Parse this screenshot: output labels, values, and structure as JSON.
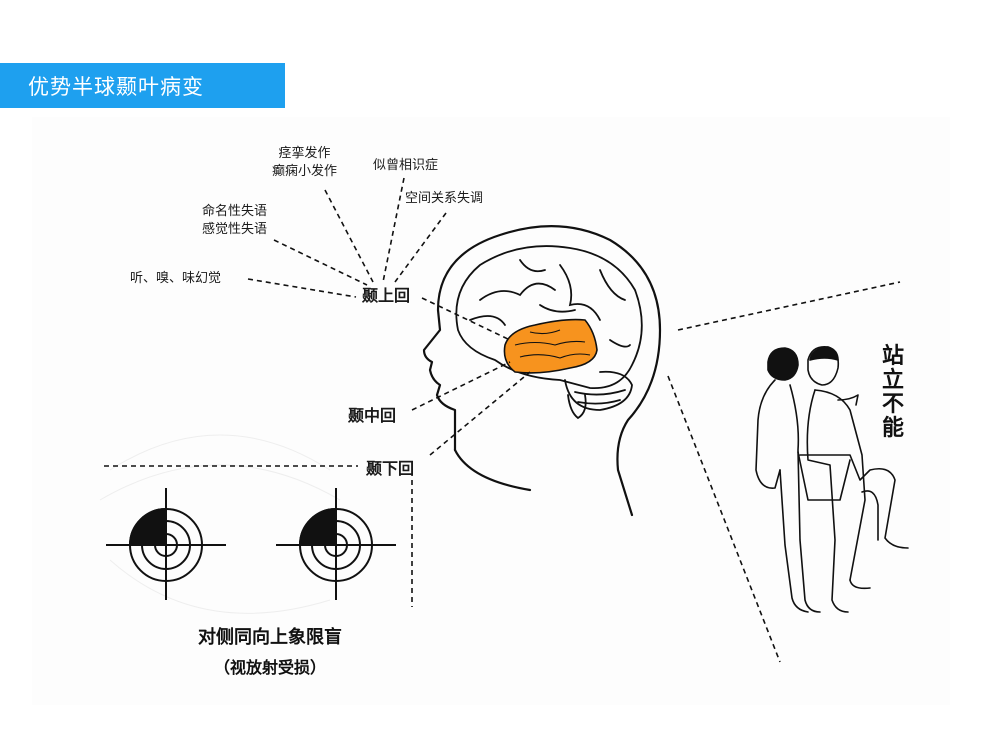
{
  "title": "优势半球颞叶病变",
  "colors": {
    "title_bg": "#1ea0ef",
    "lesion": "#f7931e"
  },
  "labels": {
    "seizure_line1": "痉挛发作",
    "seizure_line2": "癫痫小发作",
    "deja_vu": "似曾相识症",
    "aphasia_line1": "命名性失语",
    "aphasia_line2": "感觉性失语",
    "spatial": "空间关系失调",
    "hallucination": "听、嗅、味幻觉",
    "superior_gyrus": "颞上回",
    "middle_gyrus": "颞中回",
    "inferior_gyrus": "颞下回",
    "cannot_stand": "站立不能"
  },
  "vision": {
    "caption": "对侧同向上象限盲",
    "subcaption": "（视放射受损）"
  },
  "icons": [
    "brain-head-icon",
    "visual-field-left-icon",
    "visual-field-right-icon",
    "supporting-people-icon"
  ]
}
